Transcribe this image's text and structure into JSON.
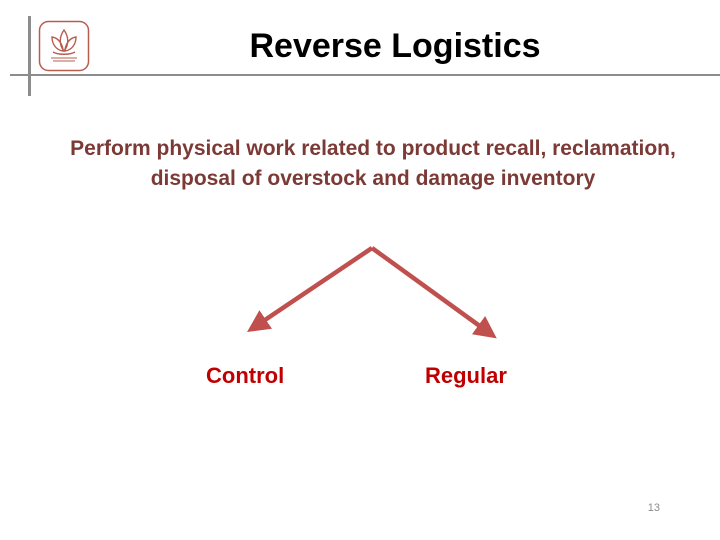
{
  "slide": {
    "title": "Reverse Logistics",
    "body": "Perform physical work related to product recall, reclamation, disposal of overstock and damage inventory",
    "branches": {
      "left_label": "Control",
      "right_label": "Regular"
    },
    "page_number": "13"
  },
  "colors": {
    "body_text": "#7b3a36",
    "arrow": "#c0504d",
    "label": "#c00000",
    "logo": "#b85c50"
  },
  "icons": {
    "logo": "lotus-logo-icon"
  }
}
